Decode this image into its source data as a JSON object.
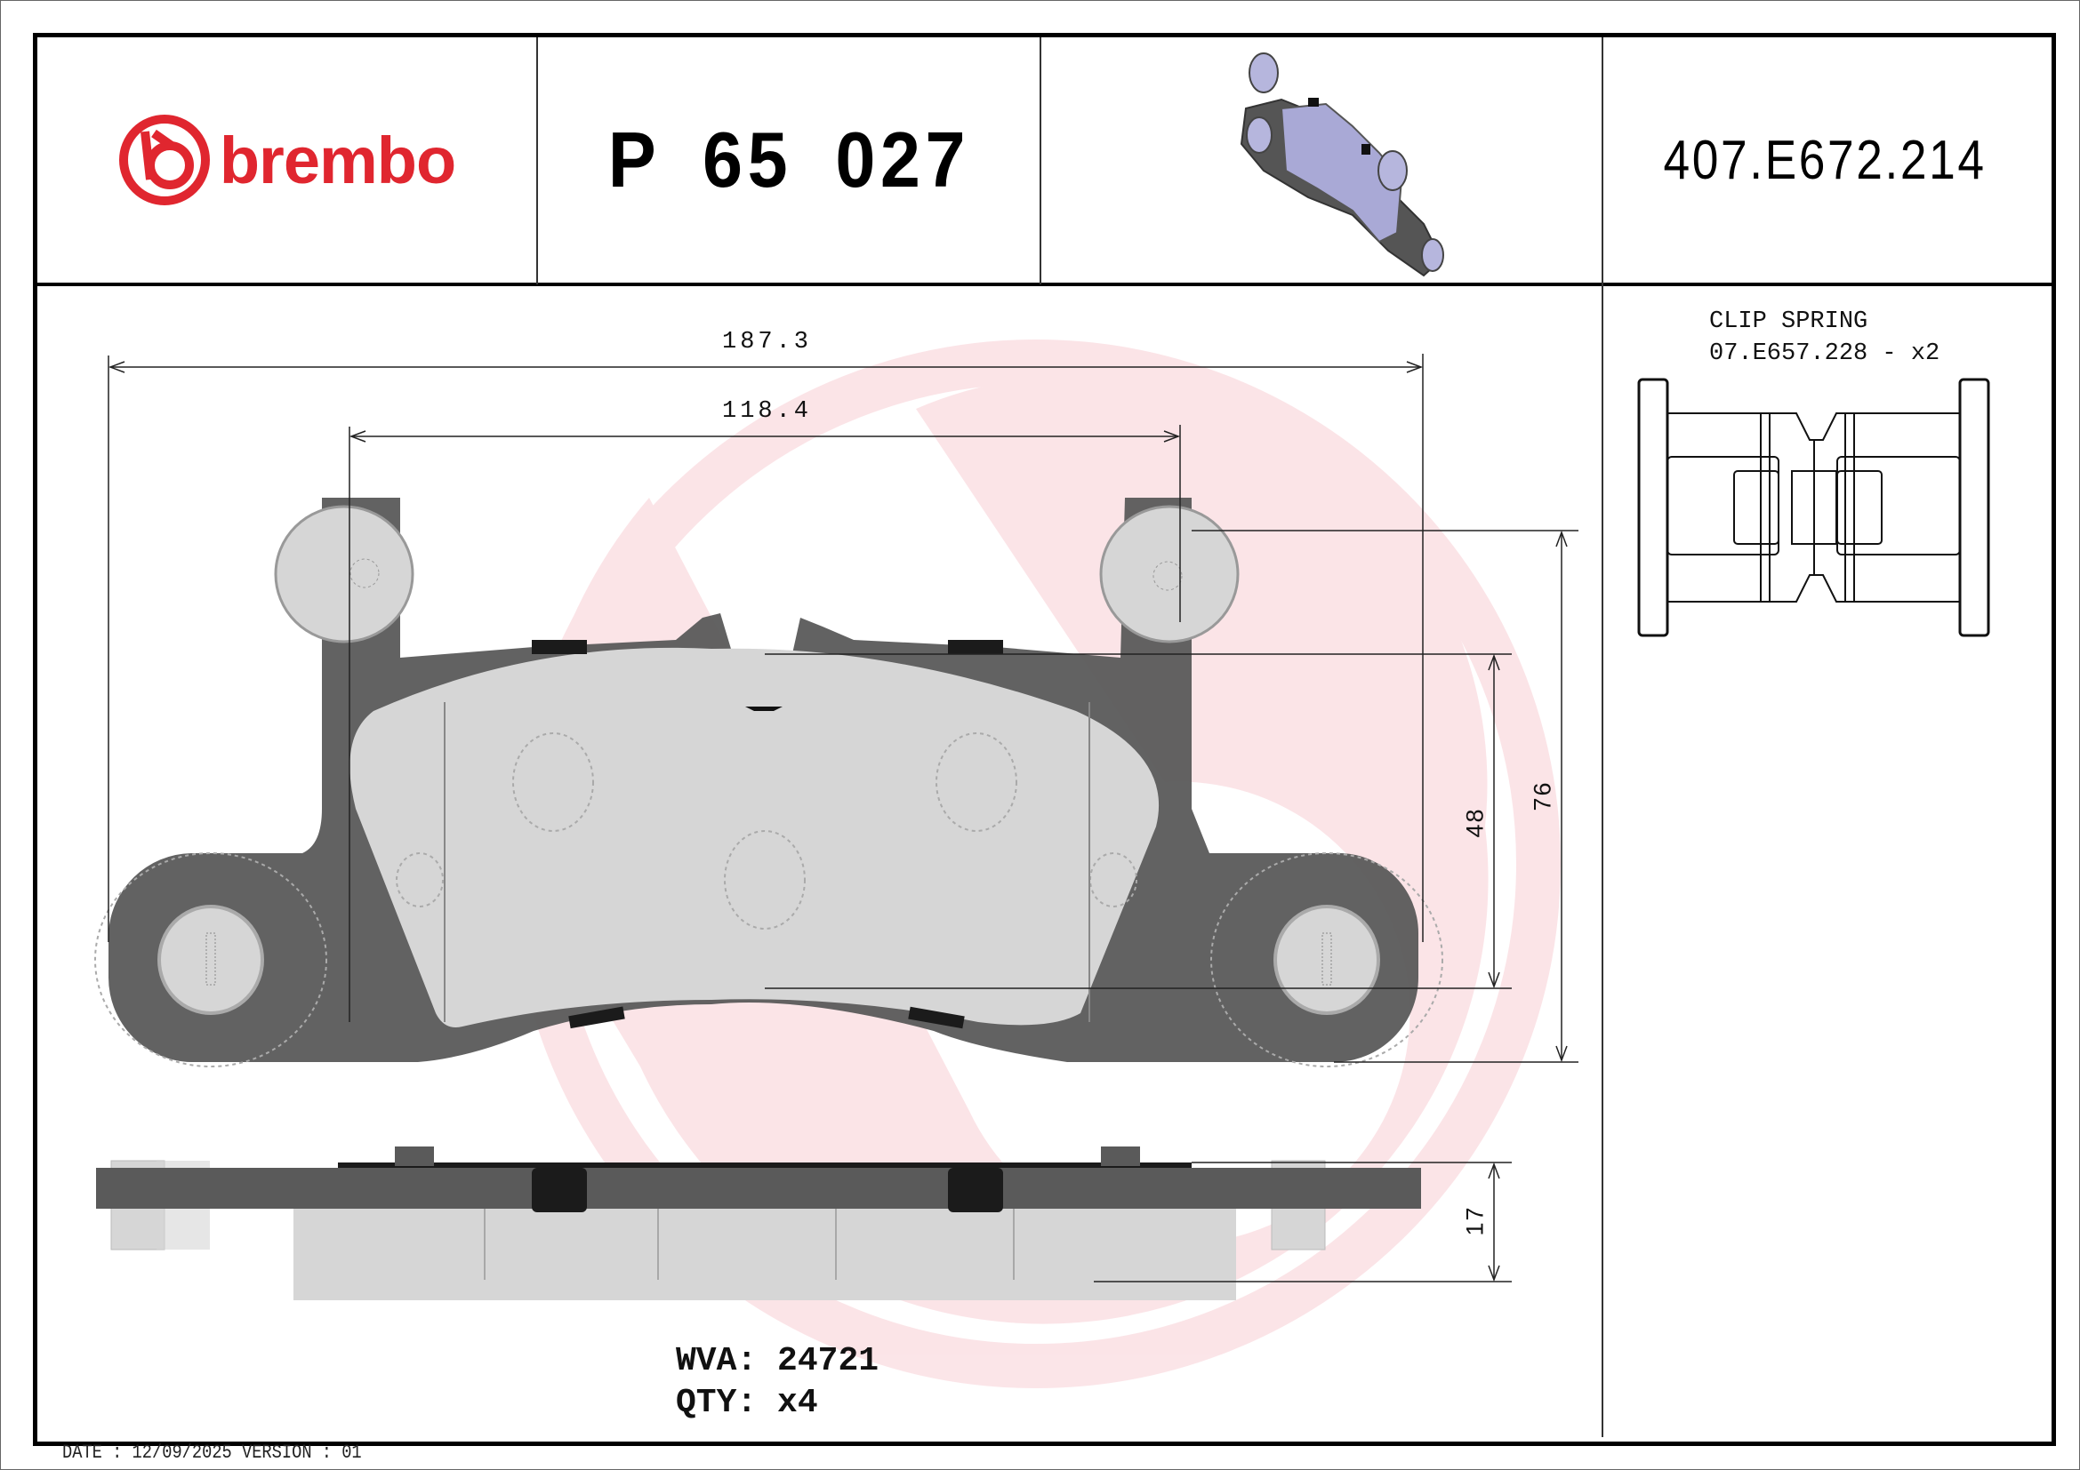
{
  "header": {
    "brand": "brembo",
    "brand_color": "#e0262f",
    "part_number": "P 65 027",
    "thumbnail_icon": "brake-pad-3d-render",
    "reference_code": "407.E672.214"
  },
  "drawing": {
    "dimensions": {
      "overall_width": "187.3",
      "inner_width": "118.4",
      "pad_height": "48",
      "overall_height": "76",
      "thickness": "17"
    },
    "watermark_icon": "brembo-logo-watermark",
    "watermark_color": "#f2a0ac",
    "backing_plate_color": "#5a5a5a",
    "friction_material_color": "#d6d6d6"
  },
  "accessory": {
    "title": "CLIP SPRING",
    "code_line": "07.E657.228 - x2",
    "icon": "clip-spring-drawing"
  },
  "info": {
    "wva_label": "WVA:",
    "wva_value": "24721",
    "qty_label": "QTY:",
    "qty_value": "x4"
  },
  "footer": {
    "text": "DATE : 12/09/2025 VERSION : 01"
  }
}
